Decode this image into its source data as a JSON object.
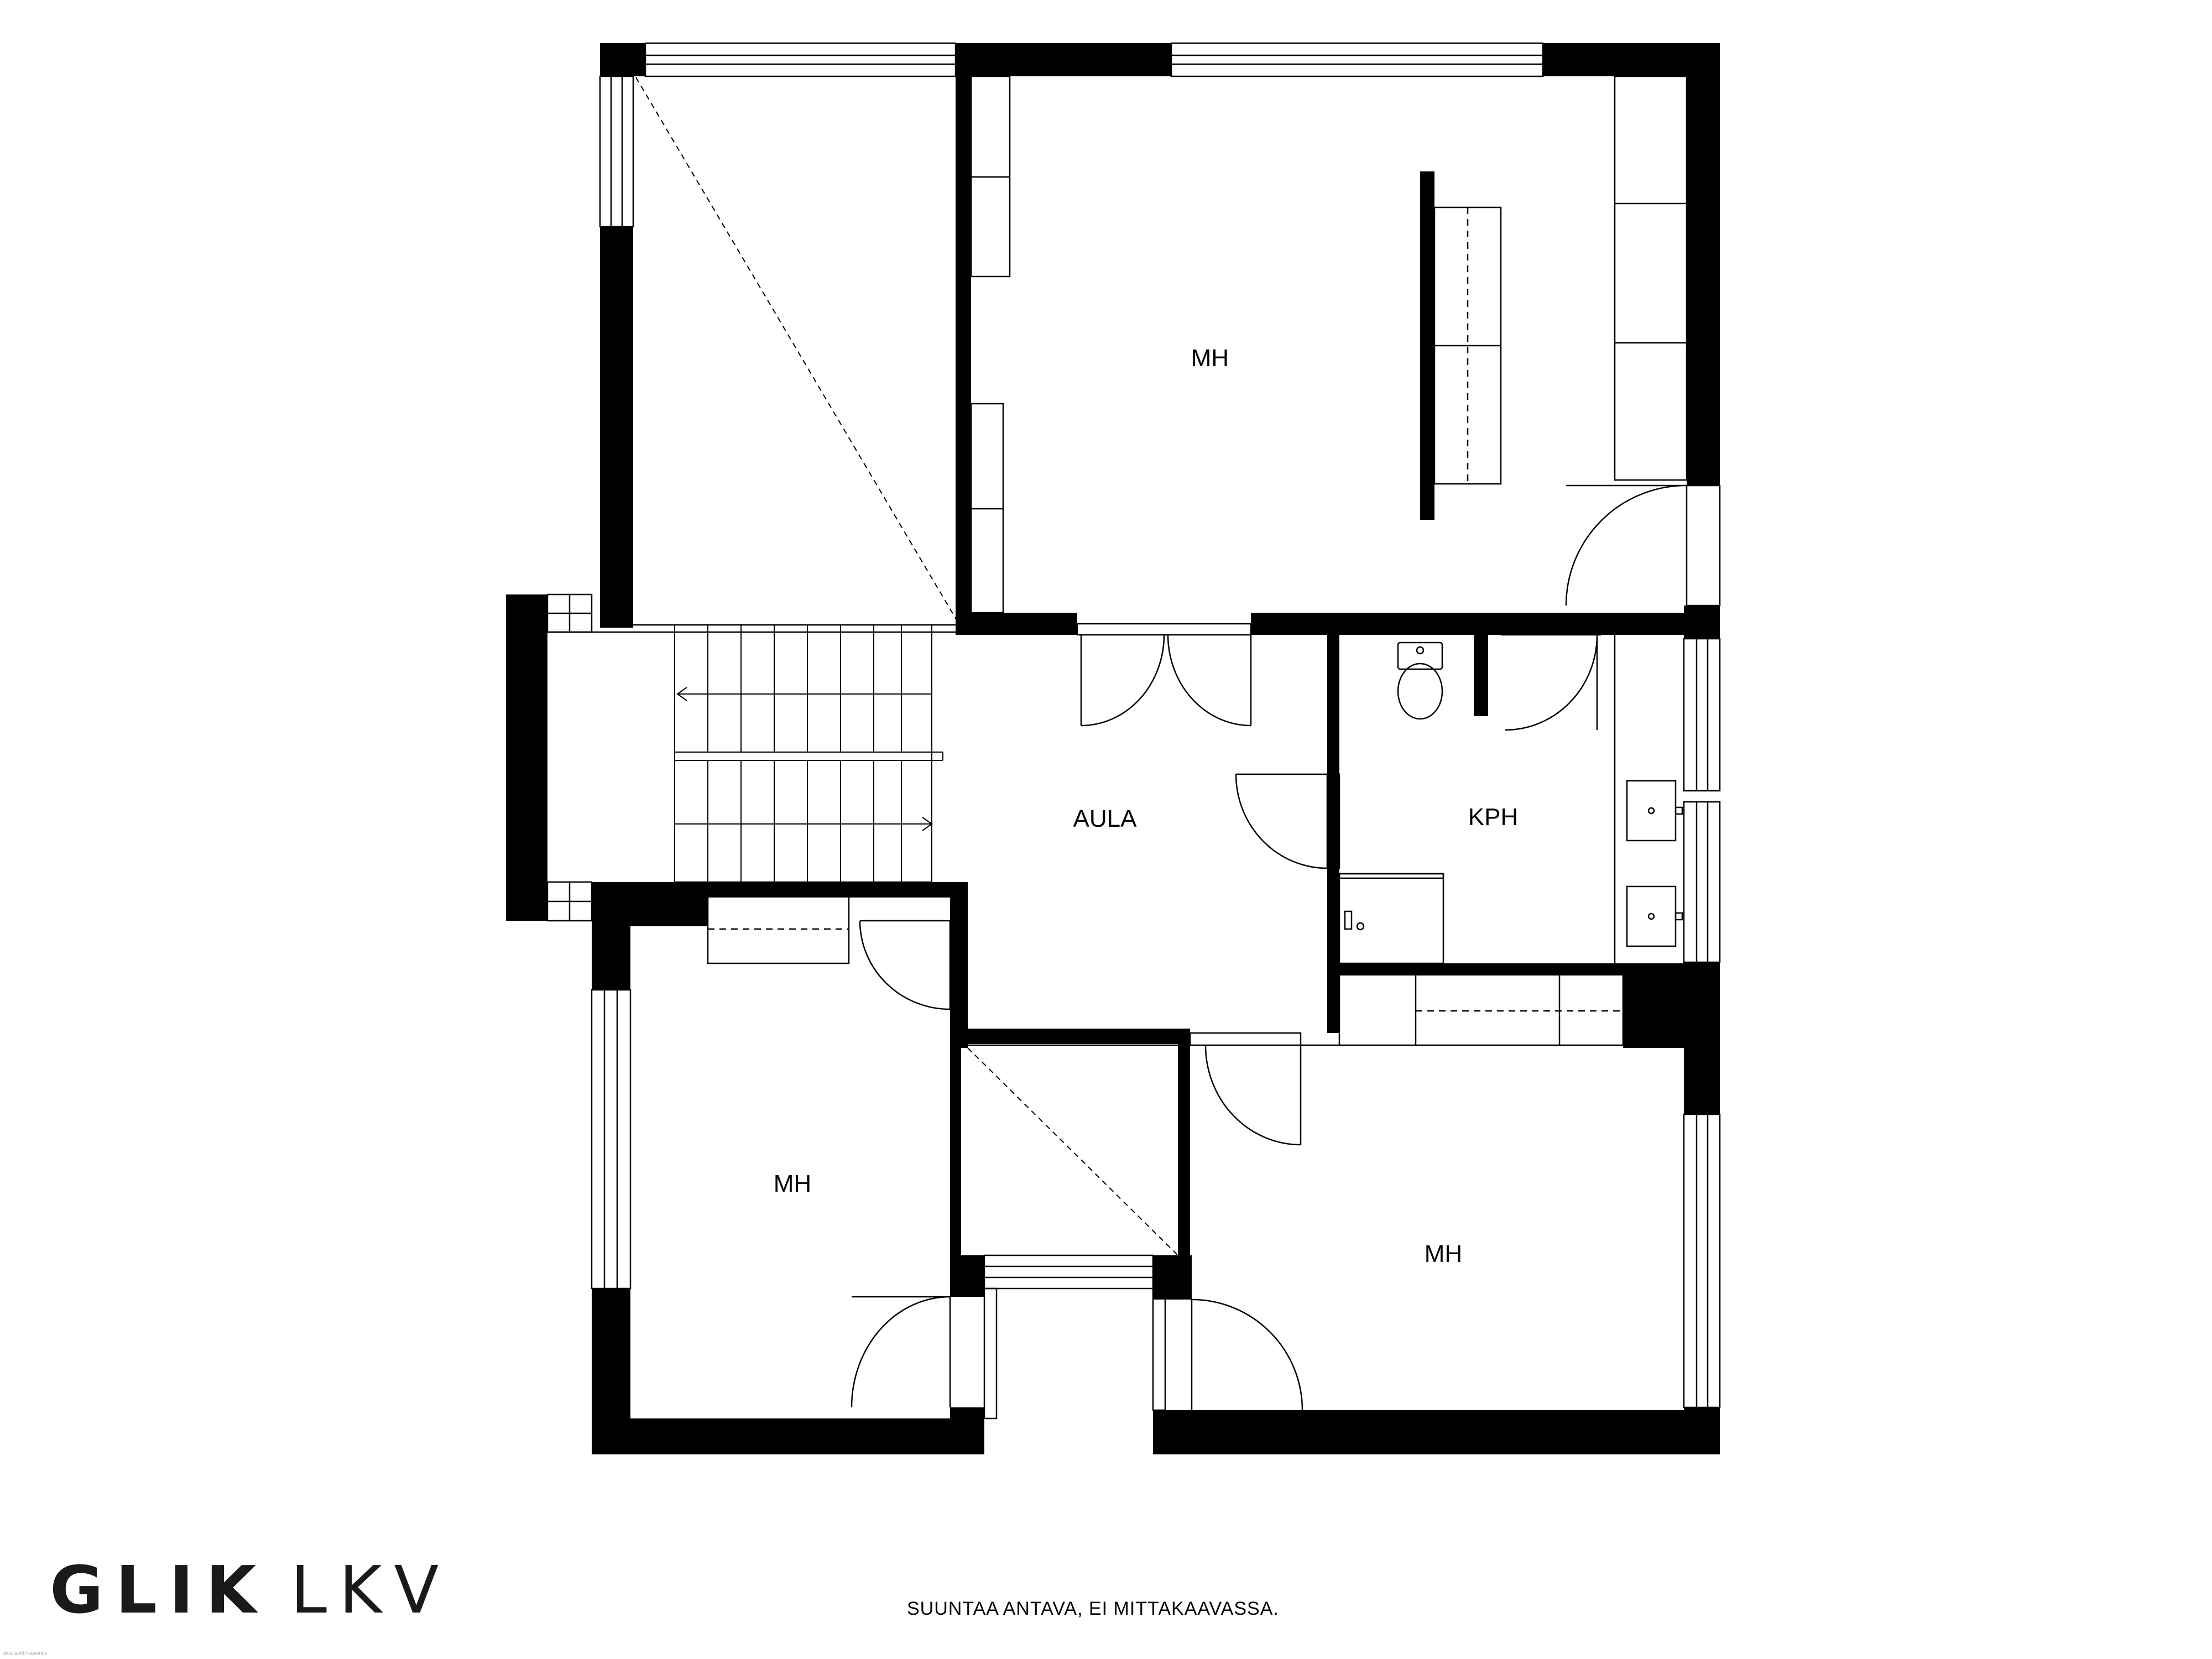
{
  "rooms": {
    "master_bedroom": "MH",
    "hall": "AULA",
    "bathroom": "KPH",
    "bedroom_left": "MH",
    "bedroom_right": "MH"
  },
  "brand": {
    "main": "GLIK",
    "sub": "LKV"
  },
  "disclaimer": "SUUNTAA ANTAVA, EI MITTAKAAVASSA.",
  "credit": "elcallasht / rassmus",
  "colors": {
    "wall": "#000000",
    "line": "#000000",
    "background": "#ffffff",
    "brand": "#1a1a1a"
  }
}
